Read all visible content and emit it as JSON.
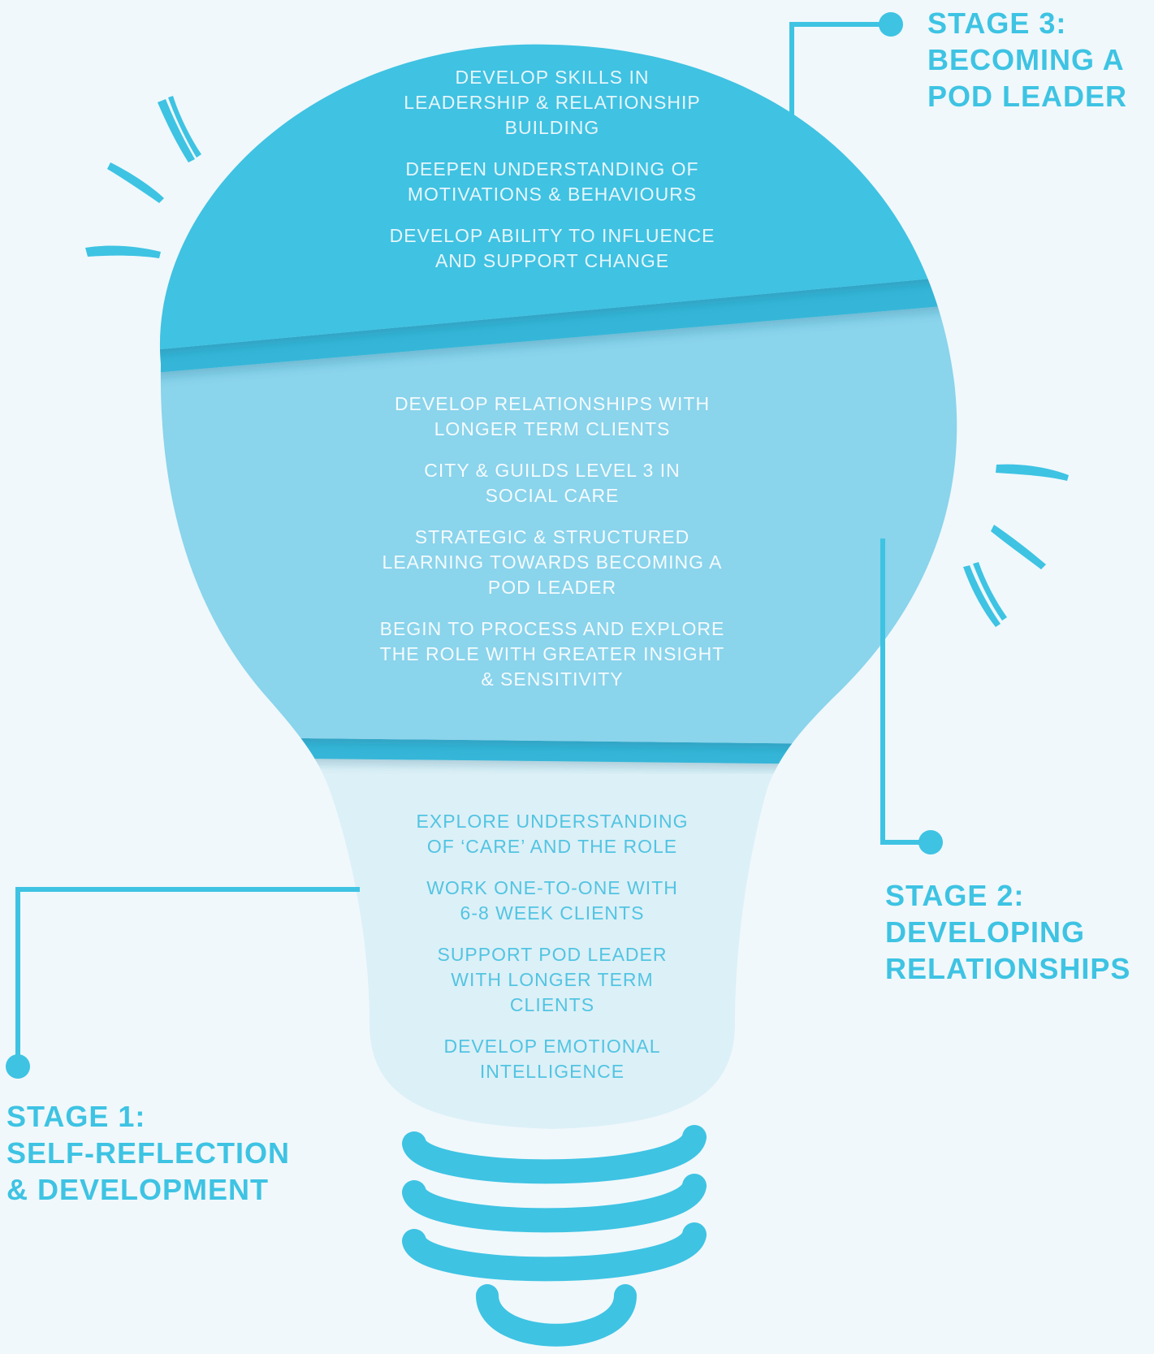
{
  "colors": {
    "background": "#f0f8fb",
    "accent": "#3ec3e3",
    "stage3_fill": "#3fc2e2",
    "stage2_fill": "#8ad4ec",
    "stage1_fill": "#dcf0f7",
    "band_divider": "#34b6d8"
  },
  "stages": [
    {
      "id": "stage3",
      "heading": "STAGE 3:",
      "title_lines": [
        "BECOMING A",
        "POD LEADER"
      ],
      "items": [
        [
          "DEVELOP SKILLS IN",
          "LEADERSHIP & RELATIONSHIP",
          "BUILDING"
        ],
        [
          "DEEPEN UNDERSTANDING OF",
          "MOTIVATIONS & BEHAVIOURS"
        ],
        [
          "DEVELOP ABILITY TO INFLUENCE",
          "AND SUPPORT CHANGE"
        ]
      ]
    },
    {
      "id": "stage2",
      "heading": "STAGE 2:",
      "title_lines": [
        "DEVELOPING",
        "RELATIONSHIPS"
      ],
      "items": [
        [
          "DEVELOP RELATIONSHIPS WITH",
          "LONGER TERM CLIENTS"
        ],
        [
          "CITY & GUILDS LEVEL 3 IN",
          "SOCIAL CARE"
        ],
        [
          "STRATEGIC & STRUCTURED",
          "LEARNING TOWARDS BECOMING A",
          "POD LEADER"
        ],
        [
          "BEGIN TO PROCESS AND EXPLORE",
          "THE ROLE WITH GREATER INSIGHT",
          "& SENSITIVITY"
        ]
      ]
    },
    {
      "id": "stage1",
      "heading": "STAGE 1:",
      "title_lines": [
        "SELF-REFLECTION",
        "& DEVELOPMENT"
      ],
      "items": [
        [
          "EXPLORE UNDERSTANDING",
          "OF ‘CARE’ AND THE ROLE"
        ],
        [
          "WORK ONE-TO-ONE WITH",
          "6-8 WEEK CLIENTS"
        ],
        [
          "SUPPORT POD LEADER",
          "WITH LONGER TERM",
          "CLIENTS"
        ],
        [
          "DEVELOP EMOTIONAL",
          "INTELLIGENCE"
        ]
      ]
    }
  ]
}
